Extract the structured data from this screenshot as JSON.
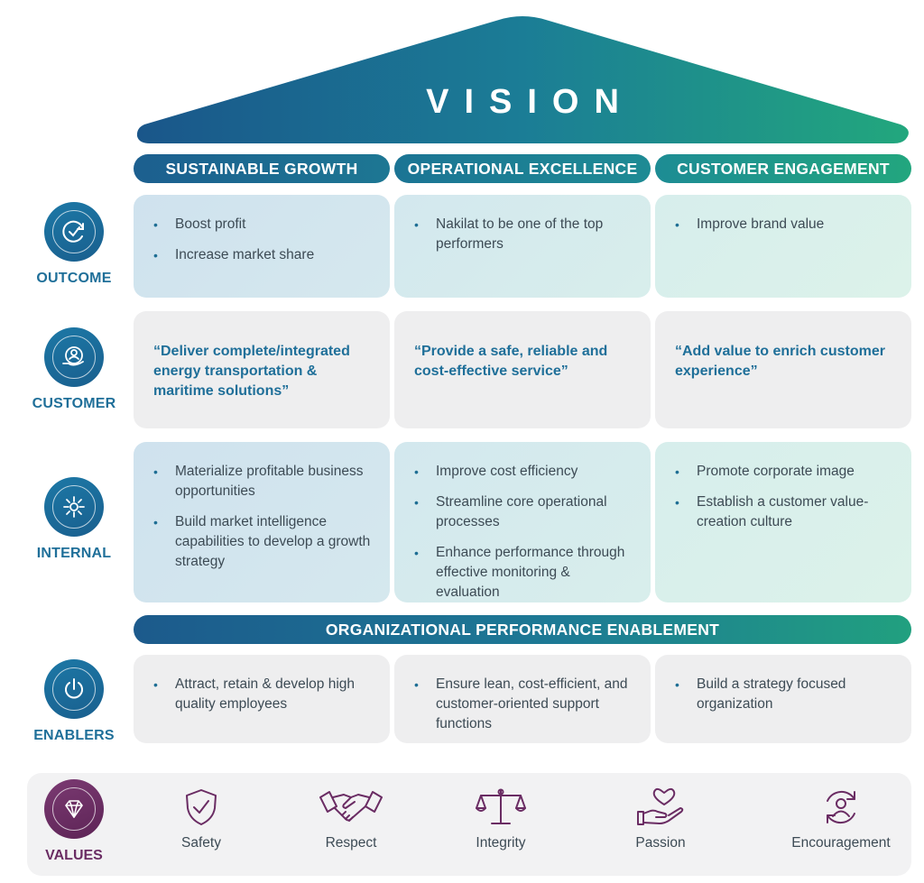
{
  "vision": {
    "title": "VISION"
  },
  "columns": [
    "SUSTAINABLE GROWTH",
    "OPERATIONAL EXCELLENCE",
    "CUSTOMER ENGAGEMENT"
  ],
  "rows": {
    "outcome": {
      "label": "OUTCOME",
      "icon": "refresh-check-icon",
      "cells": [
        [
          "Boost profit",
          "Increase market share"
        ],
        [
          "Nakilat to be one of the top performers"
        ],
        [
          "Improve brand value"
        ]
      ]
    },
    "customer": {
      "label": "CUSTOMER",
      "icon": "hand-person-icon",
      "cells": [
        "“Deliver complete/integrated energy transportation & maritime solutions”",
        "“Provide a safe, reliable and cost-effective service”",
        "“Add value to enrich customer experience”"
      ]
    },
    "internal": {
      "label": "INTERNAL",
      "icon": "gear-arrows-icon",
      "cells": [
        [
          "Materialize profitable business opportunities",
          "Build market intelligence capabilities to develop a growth strategy"
        ],
        [
          "Improve cost efficiency",
          "Streamline core operational processes",
          "Enhance performance through effective monitoring & evaluation"
        ],
        [
          "Promote corporate image",
          "Establish a customer value-creation culture"
        ]
      ]
    },
    "enablers": {
      "label": "ENABLERS",
      "icon": "power-icon",
      "header": "ORGANIZATIONAL PERFORMANCE ENABLEMENT",
      "cells": [
        [
          "Attract, retain & develop high quality employees"
        ],
        [
          "Ensure lean, cost-efficient, and customer-oriented support functions"
        ],
        [
          "Build a strategy focused organization"
        ]
      ]
    }
  },
  "values": {
    "label": "VALUES",
    "icon": "diamond-icon",
    "items": [
      {
        "label": "Safety",
        "icon": "shield-check-icon"
      },
      {
        "label": "Respect",
        "icon": "handshake-icon"
      },
      {
        "label": "Integrity",
        "icon": "scales-icon"
      },
      {
        "label": "Passion",
        "icon": "hand-heart-icon"
      },
      {
        "label": "Encouragement",
        "icon": "person-cycle-icon"
      }
    ]
  },
  "colors": {
    "roof_start": "#1a5a8a",
    "roof_end": "#21a67e",
    "text_blue": "#1f6f99",
    "values_purple": "#6a2c63"
  }
}
